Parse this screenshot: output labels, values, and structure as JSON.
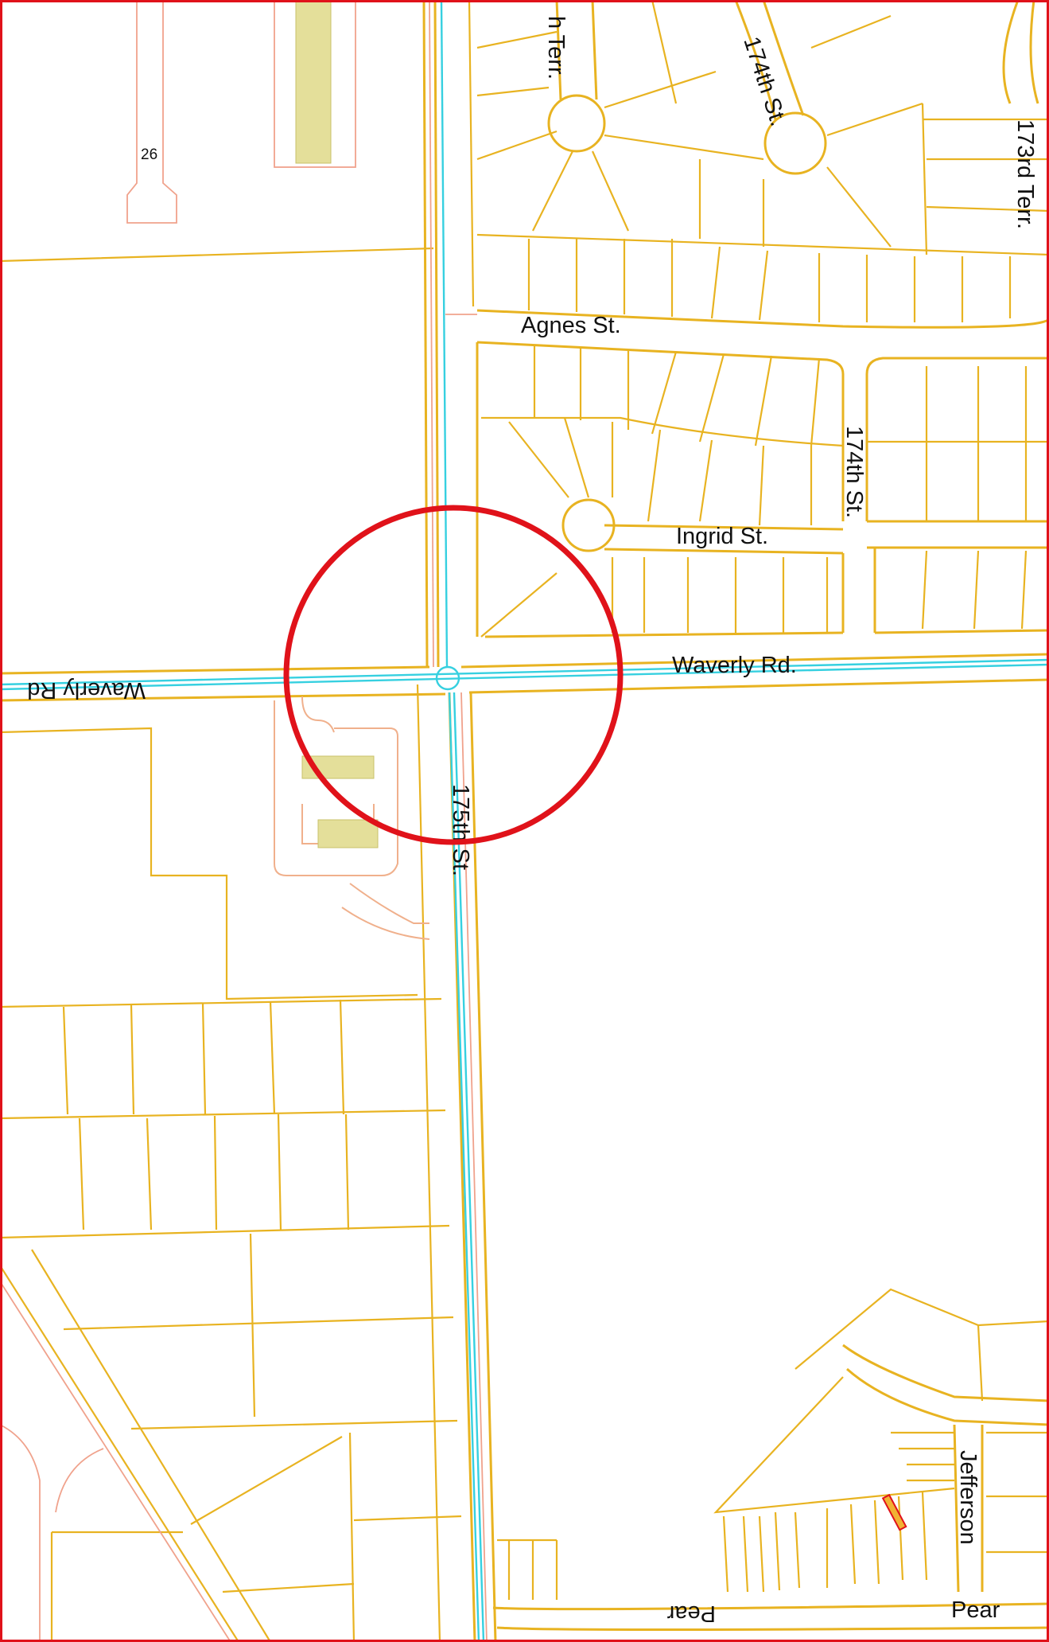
{
  "map": {
    "street_labels": {
      "terr_partial": "h Terr.",
      "st_174_top": "174th St.",
      "terr_173rd": "173rd Terr.",
      "agnes": "Agnes St.",
      "st_174_mid": "174th St.",
      "ingrid": "Ingrid St.",
      "waverly_east": "Waverly Rd.",
      "waverly_west": "Waverly Rd",
      "st_175th": "175th St.",
      "jefferson": "Jefferson",
      "pear_west": "Pear",
      "pear_east": "Pear"
    },
    "route_marker": "26",
    "colors": {
      "parcel_lines": "#e8b321",
      "right_of_way": "#f0a28c",
      "centerline": "#36d0e0",
      "highlight_circle": "#e0121a",
      "frame": "#e0121a",
      "building_fill": "#e4df9a"
    }
  }
}
